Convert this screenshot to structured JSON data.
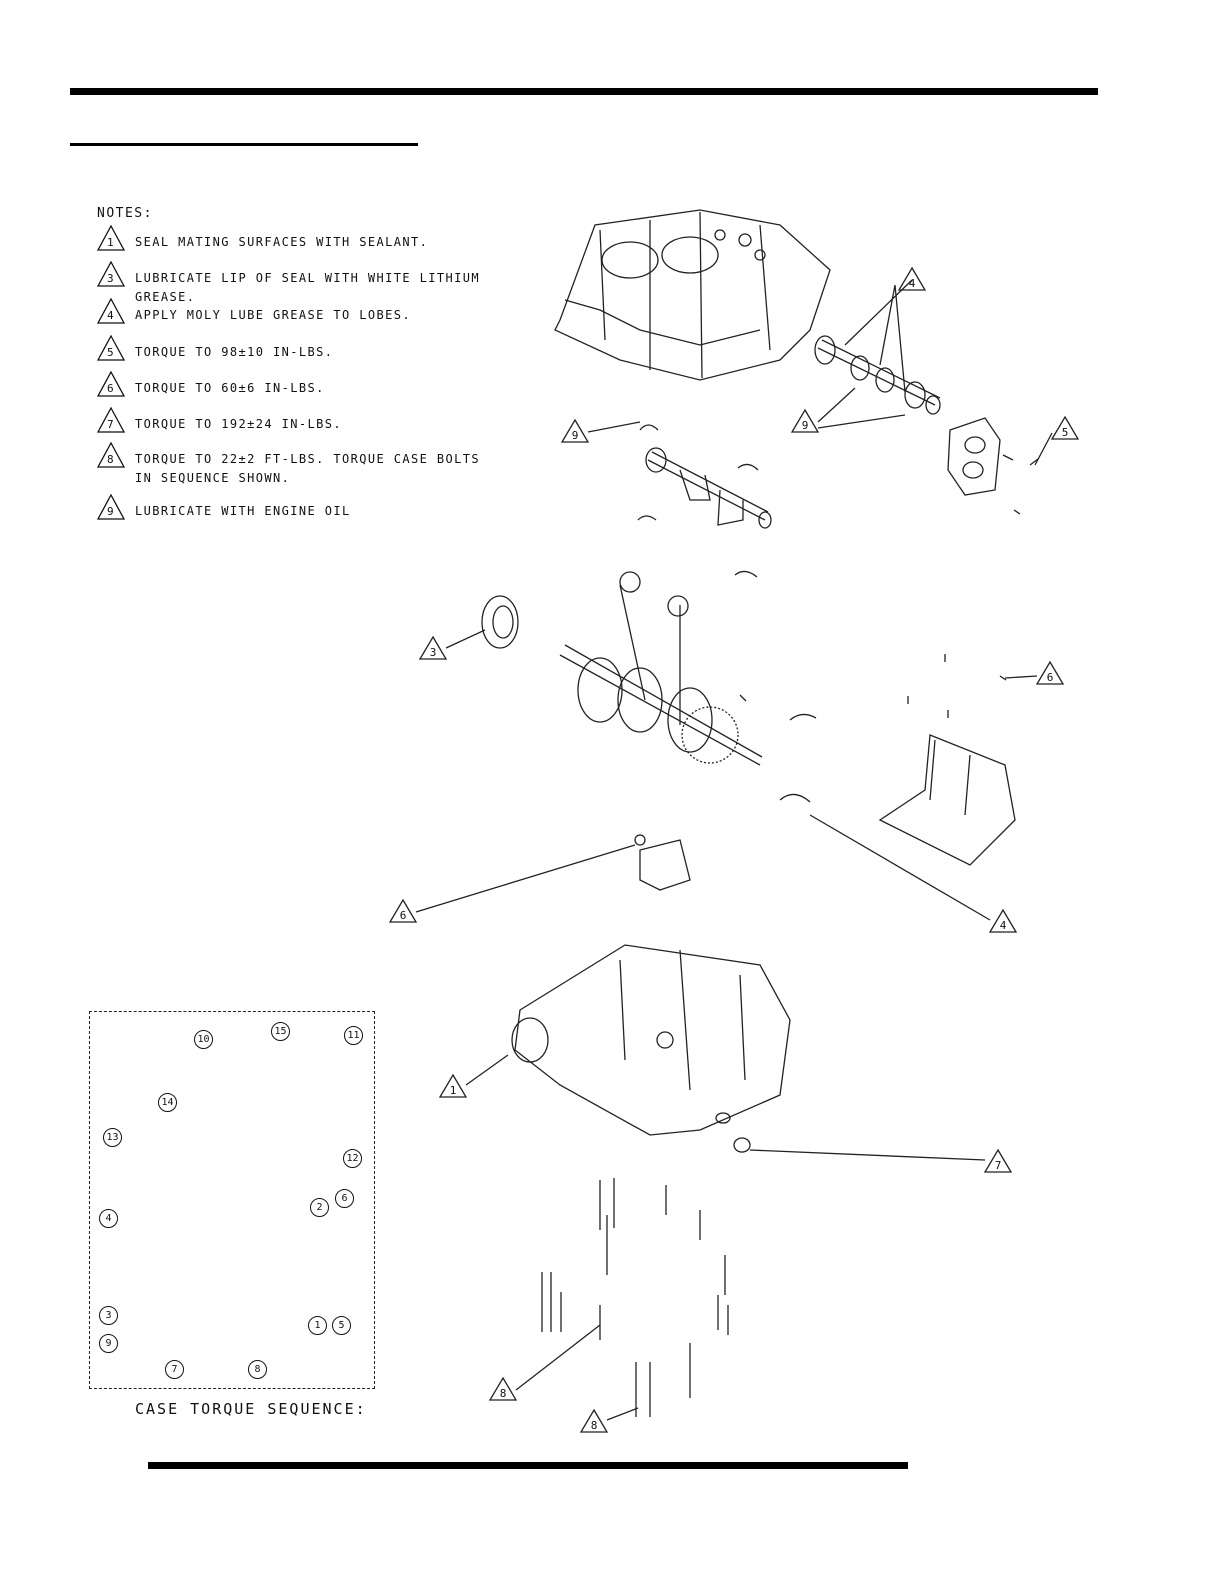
{
  "notes": {
    "title": "NOTES:",
    "items": [
      {
        "num": "1",
        "text": "SEAL MATING SURFACES WITH SEALANT."
      },
      {
        "num": "3",
        "text": "LUBRICATE LIP OF SEAL WITH WHITE LITHIUM GREASE."
      },
      {
        "num": "4",
        "text": "APPLY MOLY LUBE GREASE TO LOBES."
      },
      {
        "num": "5",
        "text": "TORQUE TO 98±10 IN-LBS."
      },
      {
        "num": "6",
        "text": "TORQUE TO 60±6 IN-LBS."
      },
      {
        "num": "7",
        "text": "TORQUE TO 192±24 IN-LBS."
      },
      {
        "num": "8",
        "text": "TORQUE TO 22±2 FT-LBS.  TORQUE CASE BOLTS\nIN SEQUENCE SHOWN."
      },
      {
        "num": "9",
        "text": "LUBRICATE WITH ENGINE OIL"
      }
    ]
  },
  "torque_sequence": {
    "caption": "CASE TORQUE SEQUENCE:",
    "numbers": [
      "10",
      "15",
      "11",
      "14",
      "13",
      "12",
      "2",
      "6",
      "4",
      "3",
      "1",
      "5",
      "9",
      "7",
      "8"
    ]
  },
  "callouts": {
    "c4a": "4",
    "c9a": "9",
    "c9b": "9",
    "c5": "5",
    "c3": "3",
    "c6a": "6",
    "c6b": "6",
    "c4b": "4",
    "c1": "1",
    "c7": "7",
    "c8a": "8",
    "c8b": "8"
  }
}
